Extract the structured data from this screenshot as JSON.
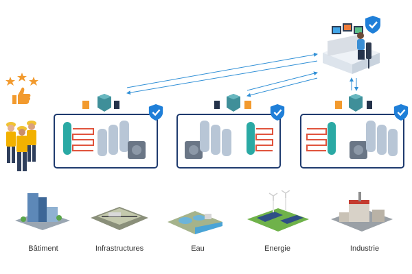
{
  "sectors": [
    {
      "id": "batiment",
      "label": "Bâtiment"
    },
    {
      "id": "infrastructures",
      "label": "Infrastructures"
    },
    {
      "id": "eau",
      "label": "Eau"
    },
    {
      "id": "energie",
      "label": "Energie"
    },
    {
      "id": "industrie",
      "label": "Industrie"
    }
  ],
  "colors": {
    "panel_border": "#1e3a6e",
    "arrow": "#2f8fd6",
    "shield": "#1f7fd8",
    "tank": "#b8c6d6",
    "pipe_red": "#e0533c",
    "pipe_teal": "#2aa9a4",
    "star": "#f29a2e"
  },
  "icons": {
    "rating": "stars-thumbs-up-icon",
    "workers": "maintenance-team-icon",
    "operator": "supervision-workstation-icon",
    "security": "shield-check-icon",
    "gateway": "cube-gateway-icon"
  }
}
